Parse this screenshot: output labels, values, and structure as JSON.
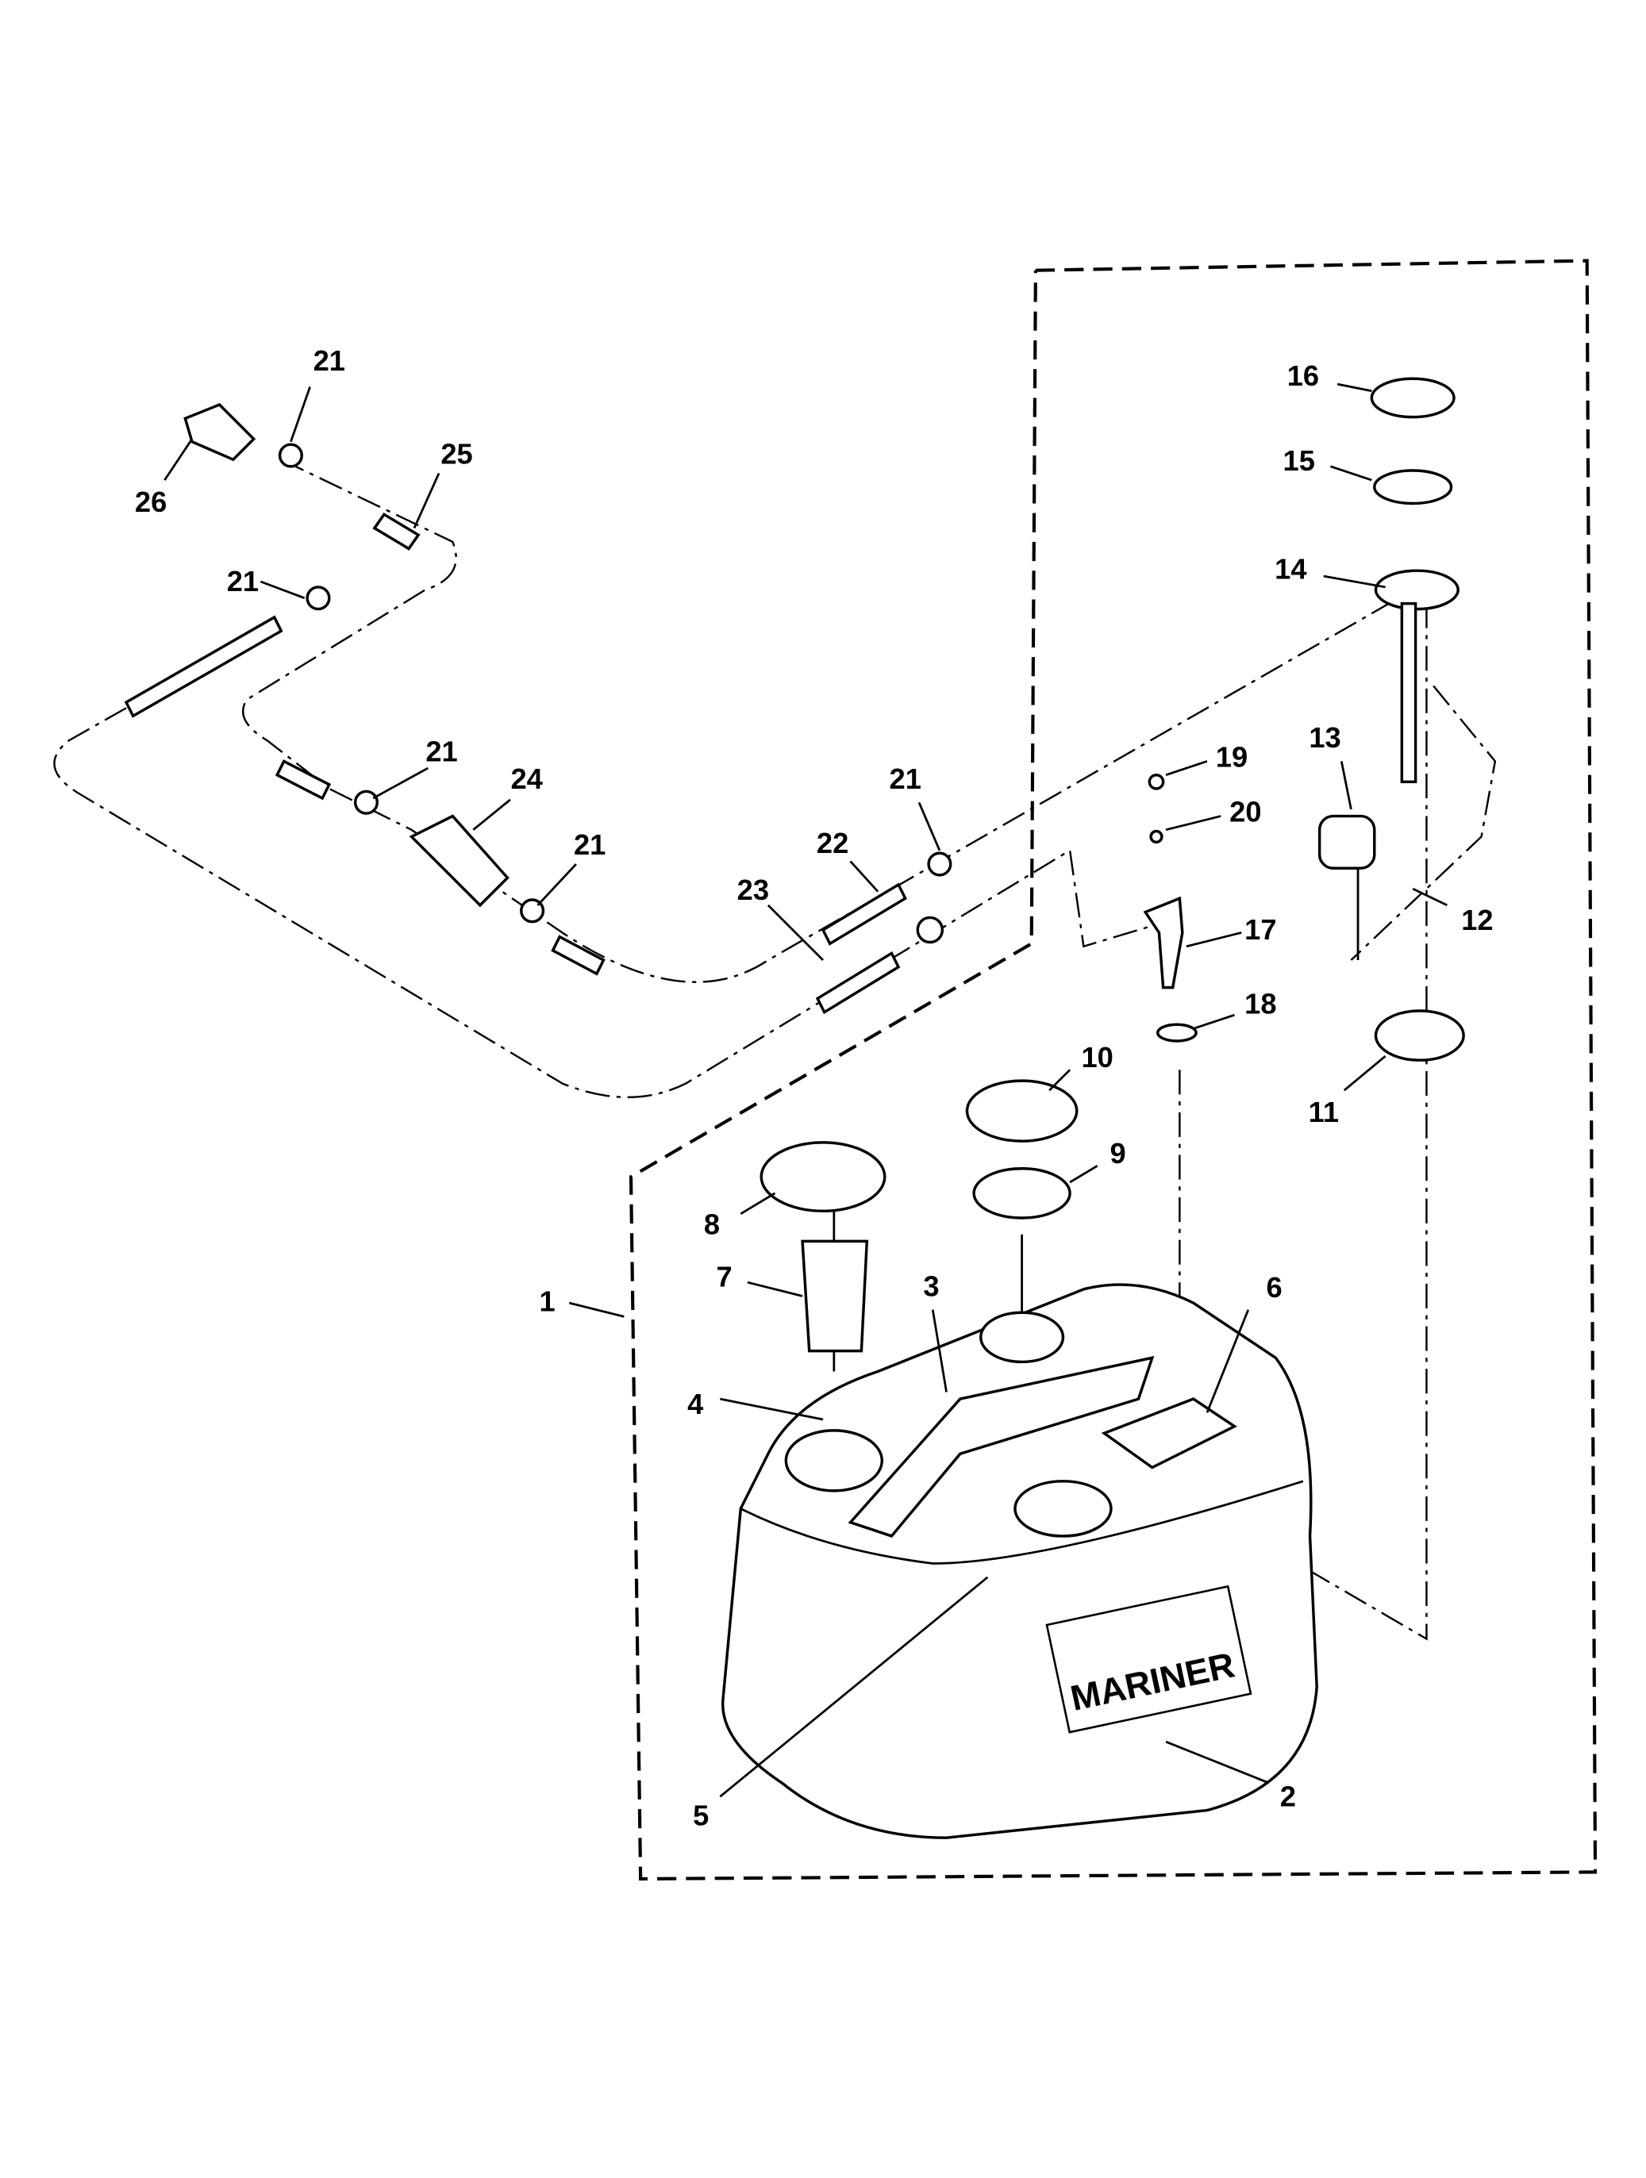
{
  "diagram": {
    "callouts": [
      "21",
      "25",
      "26",
      "21",
      "21",
      "24",
      "21",
      "21",
      "22",
      "23",
      "19",
      "20",
      "13",
      "16",
      "15",
      "14",
      "12",
      "17",
      "18",
      "10",
      "9",
      "11",
      "8",
      "7",
      "3",
      "6",
      "1",
      "4",
      "5",
      "2"
    ],
    "tank_logo": "MARINER"
  }
}
